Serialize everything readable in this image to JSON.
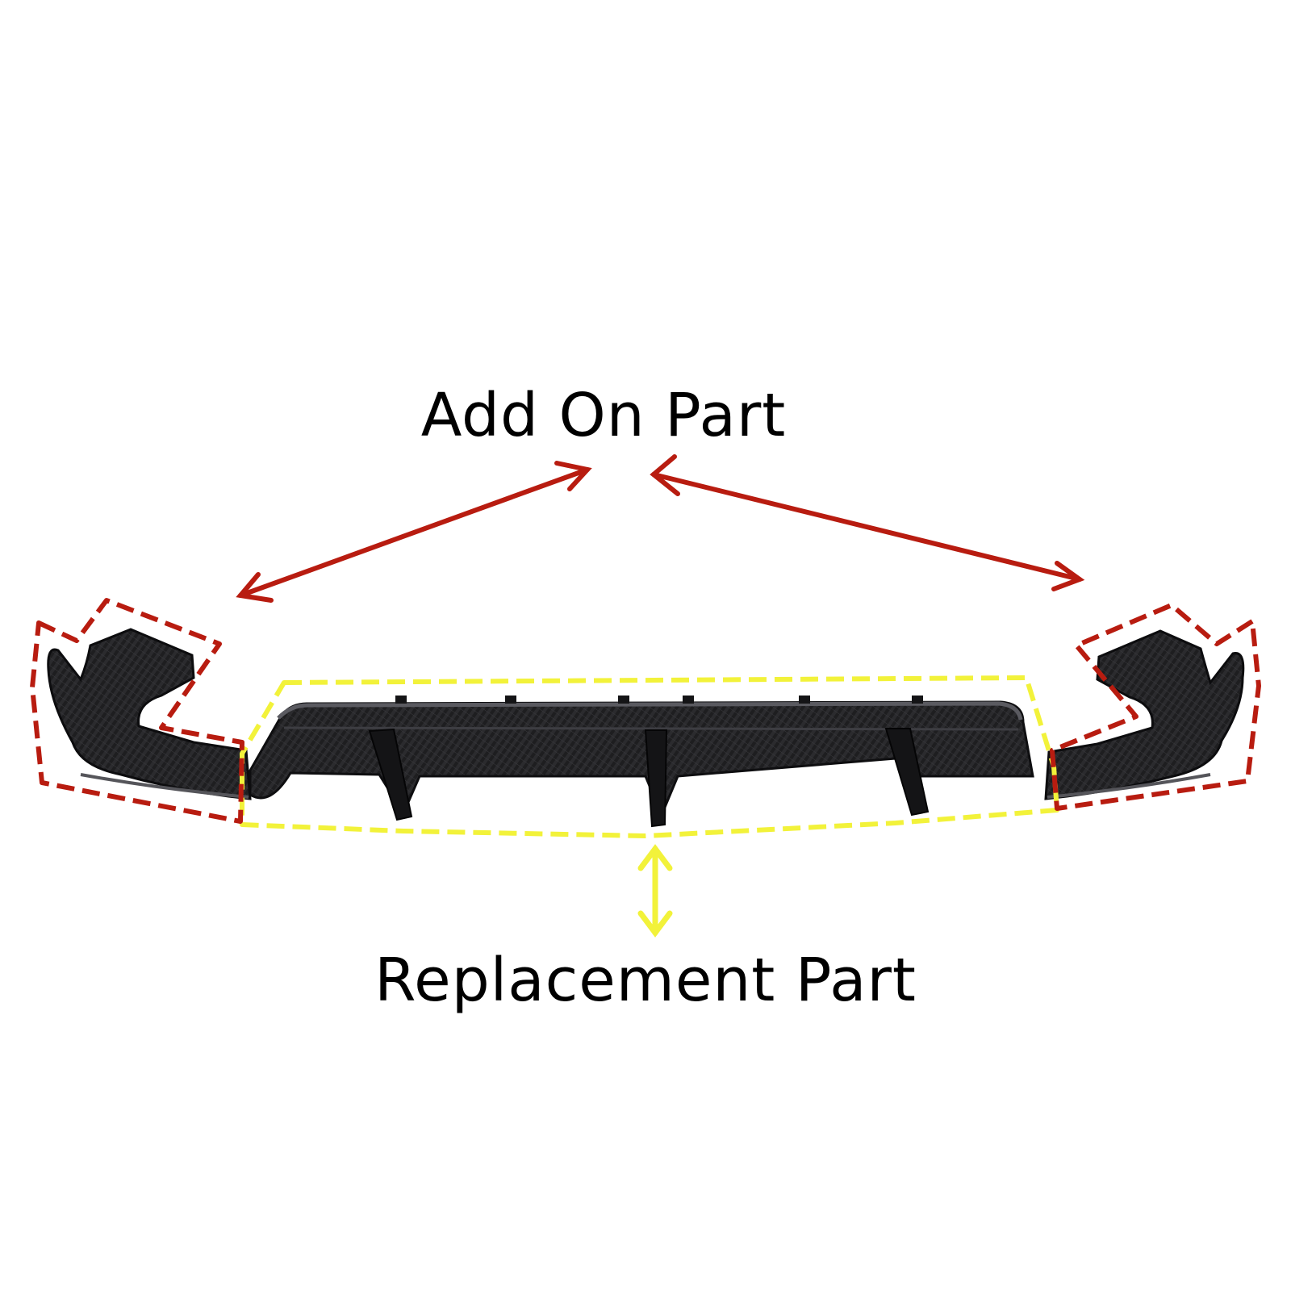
{
  "labels": {
    "add_on": "Add On Part",
    "replacement": "Replacement Part"
  },
  "colors": {
    "add_on_outline": "#b81c10",
    "replacement_outline": "#f2f23a",
    "part_body": "#1e1e20",
    "part_highlight": "#4a4a4e",
    "background": "#ffffff"
  },
  "image": {
    "subject": "carbon-fiber rear diffuser with side splitters"
  }
}
